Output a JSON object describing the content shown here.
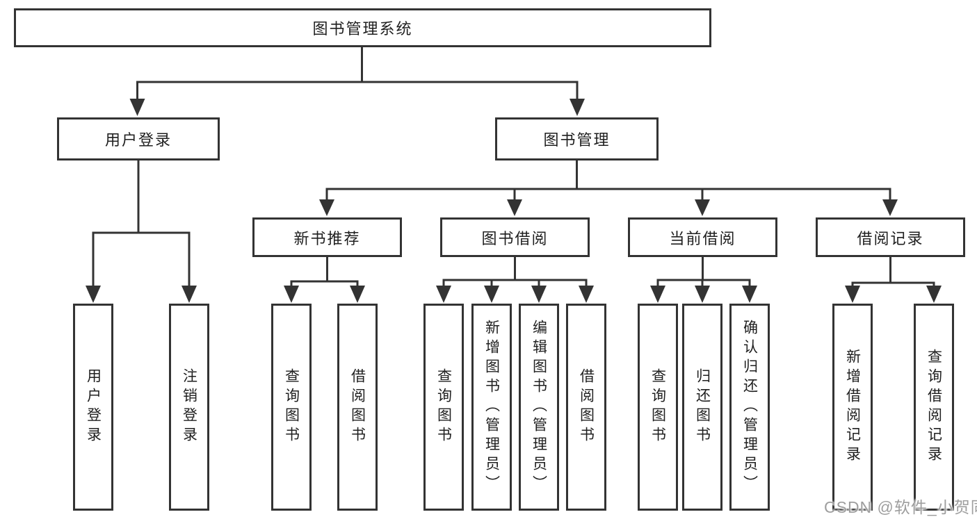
{
  "diagram": {
    "root": {
      "label": "图书管理系统"
    },
    "level2": [
      {
        "label": "用户登录"
      },
      {
        "label": "图书管理"
      }
    ],
    "level3": [
      {
        "label": "新书推荐"
      },
      {
        "label": "图书借阅"
      },
      {
        "label": "当前借阅"
      },
      {
        "label": "借阅记录"
      }
    ],
    "leaves": {
      "user_login": [
        "用户登录",
        "注销登录"
      ],
      "new_books": [
        "查询图书",
        "借阅图书"
      ],
      "book_borrow": [
        "查询图书",
        "新增图书（管理员）",
        "编辑图书（管理员）",
        "借阅图书"
      ],
      "current_borrow": [
        "查询图书",
        "归还图书",
        "确认归还（管理员）"
      ],
      "borrow_records": [
        "新增借阅记录",
        "查询借阅记录"
      ]
    }
  },
  "watermark": {
    "text": "CSDN @软件_小贺同学"
  },
  "colors": {
    "line": "#333333",
    "text": "#1f1f1f",
    "watermark": "#9e9e9e",
    "background": "#ffffff"
  }
}
